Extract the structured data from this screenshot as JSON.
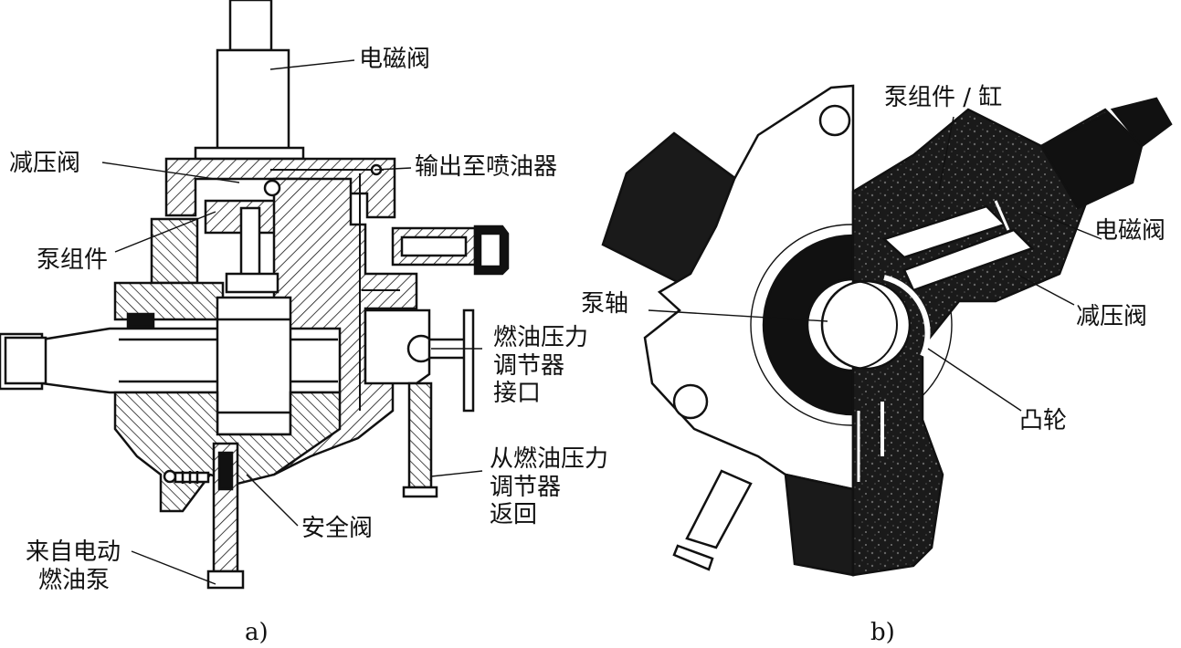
{
  "figure": {
    "panel_a": {
      "caption": "a)",
      "labels": {
        "solenoid": "电磁阀",
        "pressure_relief": "减压阀",
        "output": "输出至喷油器",
        "pump_element": "泵组件",
        "regulator_port": [
          "燃油压力",
          "调节器",
          "接口"
        ],
        "regulator_return": [
          "从燃油压力",
          "调节器",
          "返回"
        ],
        "safety_valve": "安全阀",
        "from_pump": [
          "来自电动",
          "燃油泵"
        ]
      }
    },
    "panel_b": {
      "caption": "b)",
      "labels": {
        "pump_cylinder": "泵组件 / 缸",
        "solenoid": "电磁阀",
        "pump_shaft": "泵轴",
        "pressure_relief": "减压阀",
        "cam": "凸轮"
      }
    }
  },
  "colors": {
    "ink": "#111111",
    "casting": "#1a1a1a",
    "paper": "#ffffff"
  }
}
